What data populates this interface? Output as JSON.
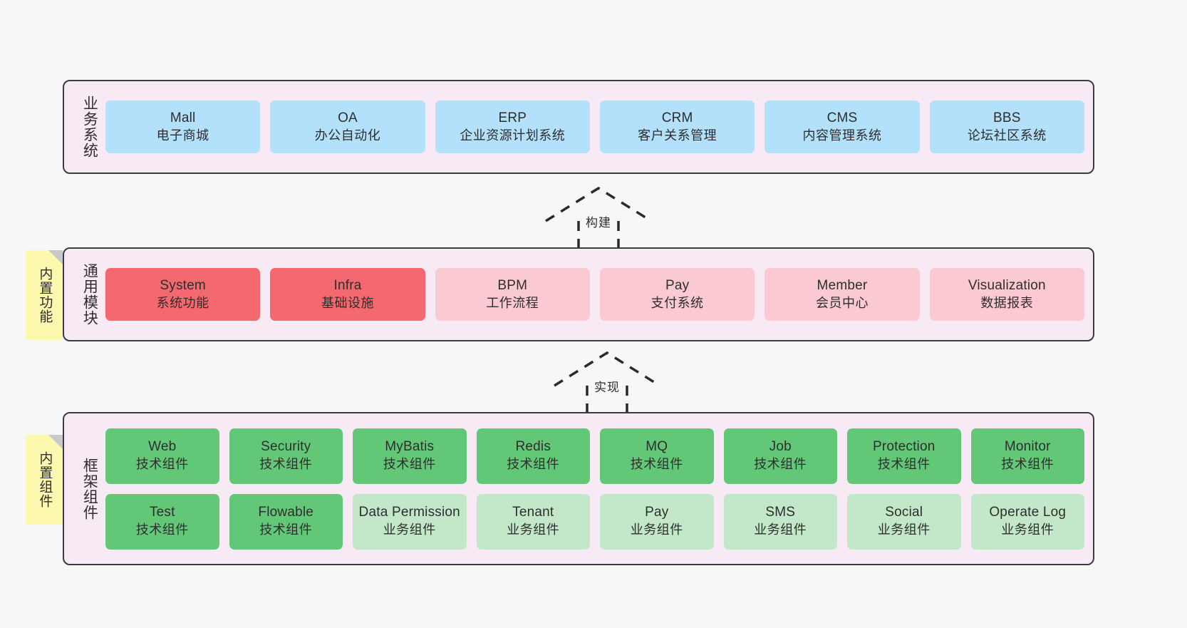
{
  "layers": [
    {
      "id": "business",
      "side_label": "业务系统",
      "cards": [
        {
          "en": "Mall",
          "cn": "电子商城",
          "color": "#b3e0fb"
        },
        {
          "en": "OA",
          "cn": "办公自动化",
          "color": "#b3e0fb"
        },
        {
          "en": "ERP",
          "cn": "企业资源计划系统",
          "color": "#b3e0fb"
        },
        {
          "en": "CRM",
          "cn": "客户关系管理",
          "color": "#b3e0fb"
        },
        {
          "en": "CMS",
          "cn": "内容管理系统",
          "color": "#b3e0fb"
        },
        {
          "en": "BBS",
          "cn": "论坛社区系统",
          "color": "#b3e0fb"
        }
      ]
    },
    {
      "id": "common",
      "side_label": "通用模块",
      "cards": [
        {
          "en": "System",
          "cn": "系统功能",
          "color": "#f4686f"
        },
        {
          "en": "Infra",
          "cn": "基础设施",
          "color": "#f4686f"
        },
        {
          "en": "BPM",
          "cn": "工作流程",
          "color": "#fbc9d1"
        },
        {
          "en": "Pay",
          "cn": "支付系统",
          "color": "#fbc9d1"
        },
        {
          "en": "Member",
          "cn": "会员中心",
          "color": "#fbc9d1"
        },
        {
          "en": "Visualization",
          "cn": "数据报表",
          "color": "#fbc9d1"
        }
      ]
    },
    {
      "id": "framework",
      "side_label": "框架组件",
      "cards": [
        {
          "en": "Web",
          "cn": "技术组件",
          "color": "#62c878"
        },
        {
          "en": "Security",
          "cn": "技术组件",
          "color": "#62c878"
        },
        {
          "en": "MyBatis",
          "cn": "技术组件",
          "color": "#62c878"
        },
        {
          "en": "Redis",
          "cn": "技术组件",
          "color": "#62c878"
        },
        {
          "en": "MQ",
          "cn": "技术组件",
          "color": "#62c878"
        },
        {
          "en": "Job",
          "cn": "技术组件",
          "color": "#62c878"
        },
        {
          "en": "Protection",
          "cn": "技术组件",
          "color": "#62c878"
        },
        {
          "en": "Monitor",
          "cn": "技术组件",
          "color": "#62c878"
        },
        {
          "en": "Test",
          "cn": "技术组件",
          "color": "#62c878"
        },
        {
          "en": "Flowable",
          "cn": "技术组件",
          "color": "#62c878"
        },
        {
          "en": "Data Permission",
          "cn": "业务组件",
          "color": "#c2e8c9"
        },
        {
          "en": "Tenant",
          "cn": "业务组件",
          "color": "#c2e8c9"
        },
        {
          "en": "Pay",
          "cn": "业务组件",
          "color": "#c2e8c9"
        },
        {
          "en": "SMS",
          "cn": "业务组件",
          "color": "#c2e8c9"
        },
        {
          "en": "Social",
          "cn": "业务组件",
          "color": "#c2e8c9"
        },
        {
          "en": "Operate Log",
          "cn": "业务组件",
          "color": "#c2e8c9"
        }
      ]
    }
  ],
  "stickies": [
    {
      "id": "common",
      "text": "内置功能"
    },
    {
      "id": "framework",
      "text": "内置组件"
    }
  ],
  "arrows": [
    {
      "id": "build",
      "label": "构建"
    },
    {
      "id": "implement",
      "label": "实现"
    }
  ],
  "colors": {
    "band_bg": "#f8eaf5",
    "band_border": "#3b3b42",
    "sticky_bg": "#fcf8ae",
    "sticky_fold": "#c9c9c9",
    "arrow_stroke": "#2b2b2b",
    "page_bg": "#f7f7f7"
  }
}
